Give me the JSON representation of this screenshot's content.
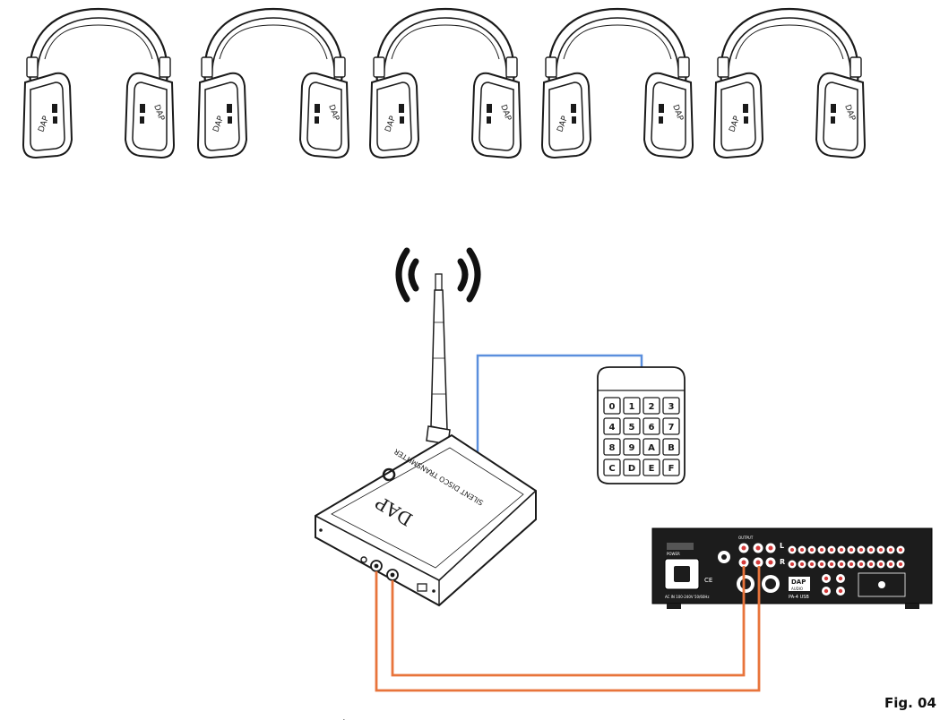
{
  "diagram": {
    "figure_label": "Fig. 04",
    "transmitter_brand": "DAP",
    "transmitter_model": "SILENT DISCO TRANSMITTER",
    "headphone_brand": "DAP",
    "headphone_count": 5,
    "keypad_keys": [
      "0",
      "1",
      "2",
      "3",
      "4",
      "5",
      "6",
      "7",
      "8",
      "9",
      "A",
      "B",
      "C",
      "D",
      "E",
      "F"
    ],
    "mixer": {
      "brand_line1": "DAP",
      "brand_line2": "AUDIO",
      "model": "PA-4 USB",
      "output_label": "OUTPUT",
      "power_label": "POWER",
      "l_label": "L",
      "r_label": "R",
      "ce_mark": "CE",
      "mains_text": "AC IN 100-240V 50/60Hz"
    },
    "colors": {
      "audio_cable": "#e8743b",
      "data_cable": "#5b8fdd",
      "line": "#1a1a1a",
      "mixer_body": "#1c1c1c",
      "mixer_jack": "#d43a3a"
    }
  }
}
